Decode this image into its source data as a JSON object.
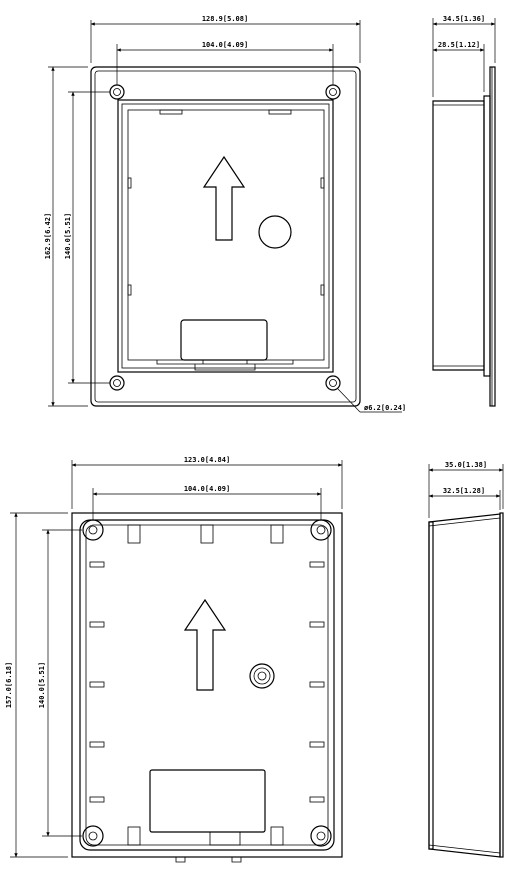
{
  "dimensions": {
    "top_width": "128.9[5.08]",
    "top_hole_span": "104.0[4.09]",
    "top_height": "162.9[6.42]",
    "top_hole_height": "140.0[5.51]",
    "top_hole_diameter": "ø6.2[0.24]",
    "side1_depth": "34.5[1.36]",
    "side1_inner": "28.5[1.12]",
    "bottom_width": "123.0[4.84]",
    "bottom_hole_span": "104.0[4.09]",
    "bottom_height": "157.0[6.18]",
    "bottom_hole_height": "140.0[5.51]",
    "side2_depth": "35.0[1.38]",
    "side2_inner": "32.5[1.28]"
  }
}
